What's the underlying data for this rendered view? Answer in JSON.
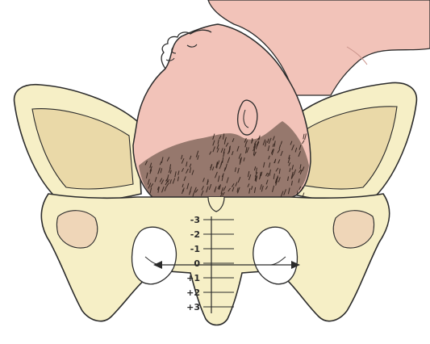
{
  "colors": {
    "bone_fill": "#f6efc6",
    "bone_shadow": "#ead9a8",
    "outline": "#2b2b2b",
    "skin": "#f2c3b9",
    "skin_shadow": "#e9a9a1",
    "hair": "#3b2a22",
    "background": "#ffffff"
  },
  "stations": {
    "labels": [
      "-3",
      "-2",
      "-1",
      "0",
      "+1",
      "+2",
      "+3"
    ]
  }
}
